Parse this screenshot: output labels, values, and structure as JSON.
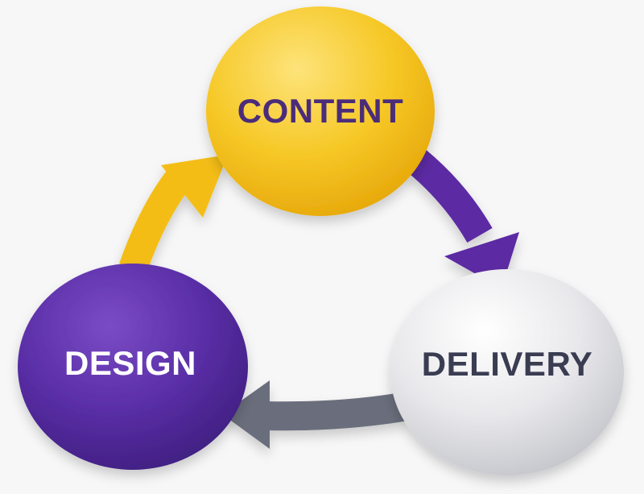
{
  "nodes": {
    "content": {
      "label": "CONTENT",
      "fill": "#f6c826",
      "text_color": "#4b2c7a"
    },
    "delivery": {
      "label": "DELIVERY",
      "fill": "#e6e6e9",
      "text_color": "#3a3d52"
    },
    "design": {
      "label": "DESIGN",
      "fill": "#5a2ea6",
      "text_color": "#ffffff"
    }
  },
  "arrows": {
    "design_to_content": {
      "color": "#f4bd12"
    },
    "content_to_delivery": {
      "color": "#5b2ca3"
    },
    "delivery_to_design": {
      "color": "#6b6e7b"
    }
  }
}
